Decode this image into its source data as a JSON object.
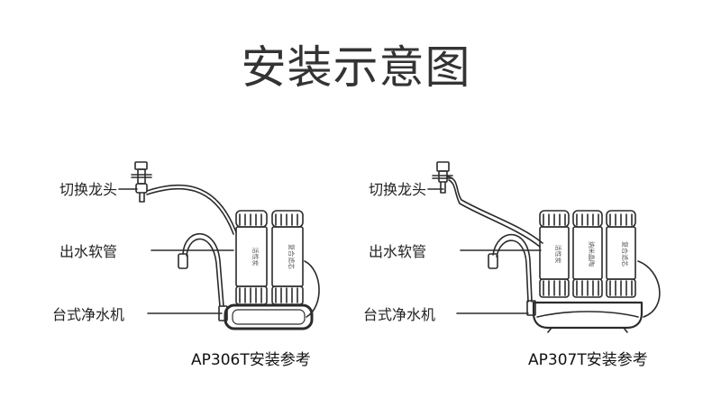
{
  "title": "安装示意图",
  "left_unit": {
    "labels": {
      "faucet": "切换龙头",
      "hose": "出水软管",
      "machine": "台式净水机"
    },
    "cartridges": [
      "活性炭",
      "复合滤芯"
    ],
    "caption": "AP306T安装参考"
  },
  "right_unit": {
    "labels": {
      "faucet": "切换龙头",
      "hose": "出水软管",
      "machine": "台式净水机"
    },
    "cartridges": [
      "活性炭",
      "纳米晶陶",
      "复合滤芯"
    ],
    "caption": "AP307T安装参考"
  },
  "colors": {
    "line": "#2b2b2b",
    "text": "#222222"
  }
}
